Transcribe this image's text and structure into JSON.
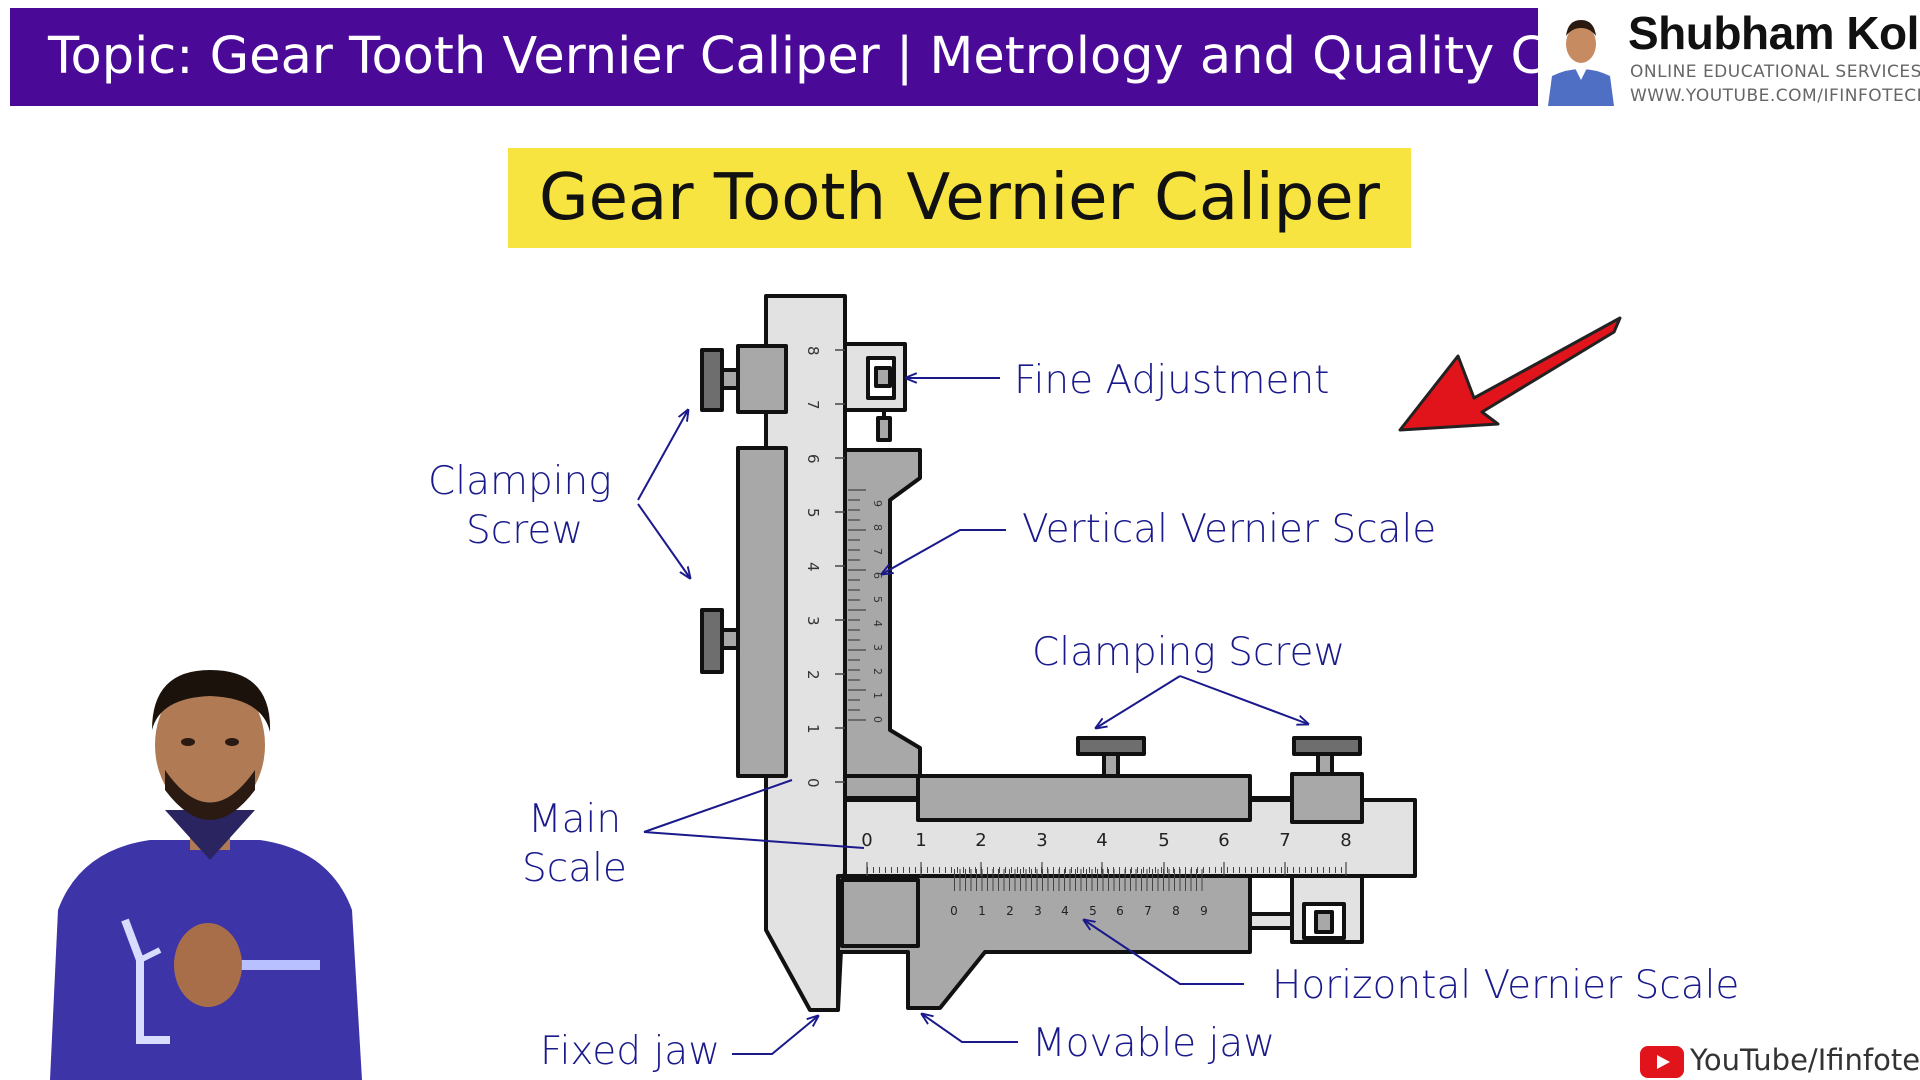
{
  "header": {
    "topic": "Topic: Gear Tooth Vernier Caliper | Metrology and Quality Control"
  },
  "brand": {
    "name": "Shubham Kola",
    "tagline": "ONLINE EDUCATIONAL SERVICES",
    "url": "WWW.YOUTUBE.COM/IFINFOTECH"
  },
  "banner": {
    "title": "Gear Tooth Vernier Caliper"
  },
  "diagram": {
    "labels": {
      "fine_adjustment": "Fine Adjustment",
      "clamping_screw_left_1": "Clamping",
      "clamping_screw_left_2": "Screw",
      "vertical_vernier": "Vertical Vernier Scale",
      "clamping_screw_right": "Clamping Screw",
      "main_scale_1": "Main",
      "main_scale_2": "Scale",
      "horizontal_vernier": "Horizontal Vernier Scale",
      "fixed_jaw": "Fixed jaw",
      "movable_jaw": "Movable jaw"
    },
    "vertical_scale_numbers": [
      "0",
      "1",
      "2",
      "3",
      "4",
      "5",
      "6",
      "7",
      "8"
    ],
    "horizontal_scale_numbers": [
      "0",
      "1",
      "2",
      "3",
      "4",
      "5",
      "6",
      "7",
      "8"
    ],
    "vernier_numbers": [
      "0",
      "1",
      "2",
      "3",
      "4",
      "5",
      "6",
      "7",
      "8",
      "9"
    ],
    "vertical_vernier_numbers": [
      "0",
      "1",
      "2",
      "3",
      "4",
      "5",
      "6",
      "7",
      "8",
      "9"
    ]
  },
  "footer": {
    "channel": "YouTube/Ifinfotech"
  },
  "colors": {
    "header_bg": "#4a0a97",
    "banner_bg": "#f8e441",
    "label_color": "#1a1a8c",
    "arrow_red": "#e0141a",
    "body_light": "#e2e2e2",
    "body_dark": "#a8a8a8"
  }
}
